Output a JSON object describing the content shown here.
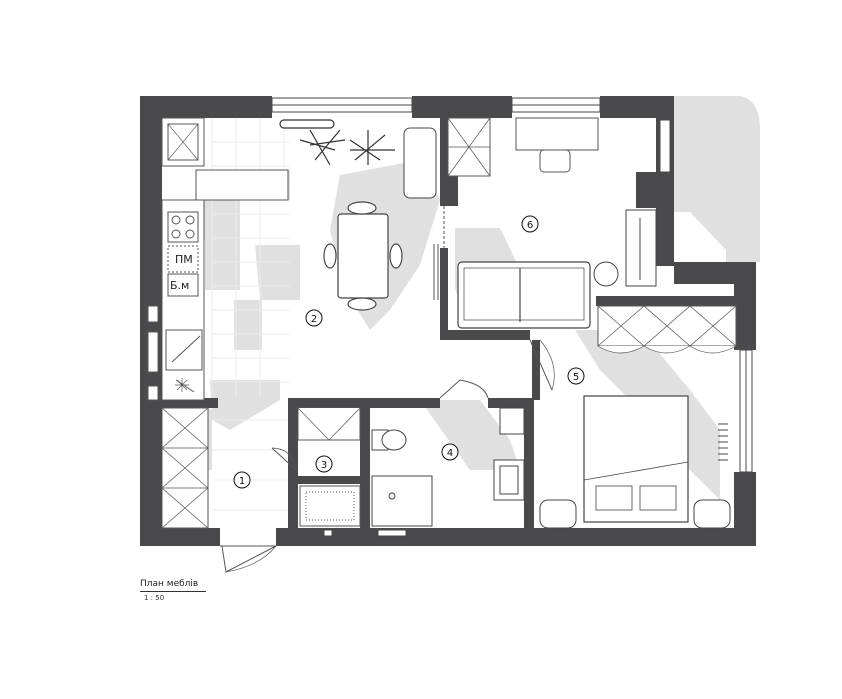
{
  "plan": {
    "title": "План меблів",
    "scale": "1 : 50"
  },
  "rooms": [
    {
      "id": "room-1",
      "number": "1"
    },
    {
      "id": "room-2",
      "number": "2"
    },
    {
      "id": "room-3",
      "number": "3"
    },
    {
      "id": "room-4",
      "number": "4"
    },
    {
      "id": "room-5",
      "number": "5"
    },
    {
      "id": "room-6",
      "number": "6"
    }
  ],
  "labels": {
    "dishwasher": "ПМ",
    "washer": "Б.м"
  },
  "colors": {
    "wall": "#4a4a4c",
    "shadow": "#dedede",
    "floor": "#ffffff",
    "line": "#555555"
  }
}
